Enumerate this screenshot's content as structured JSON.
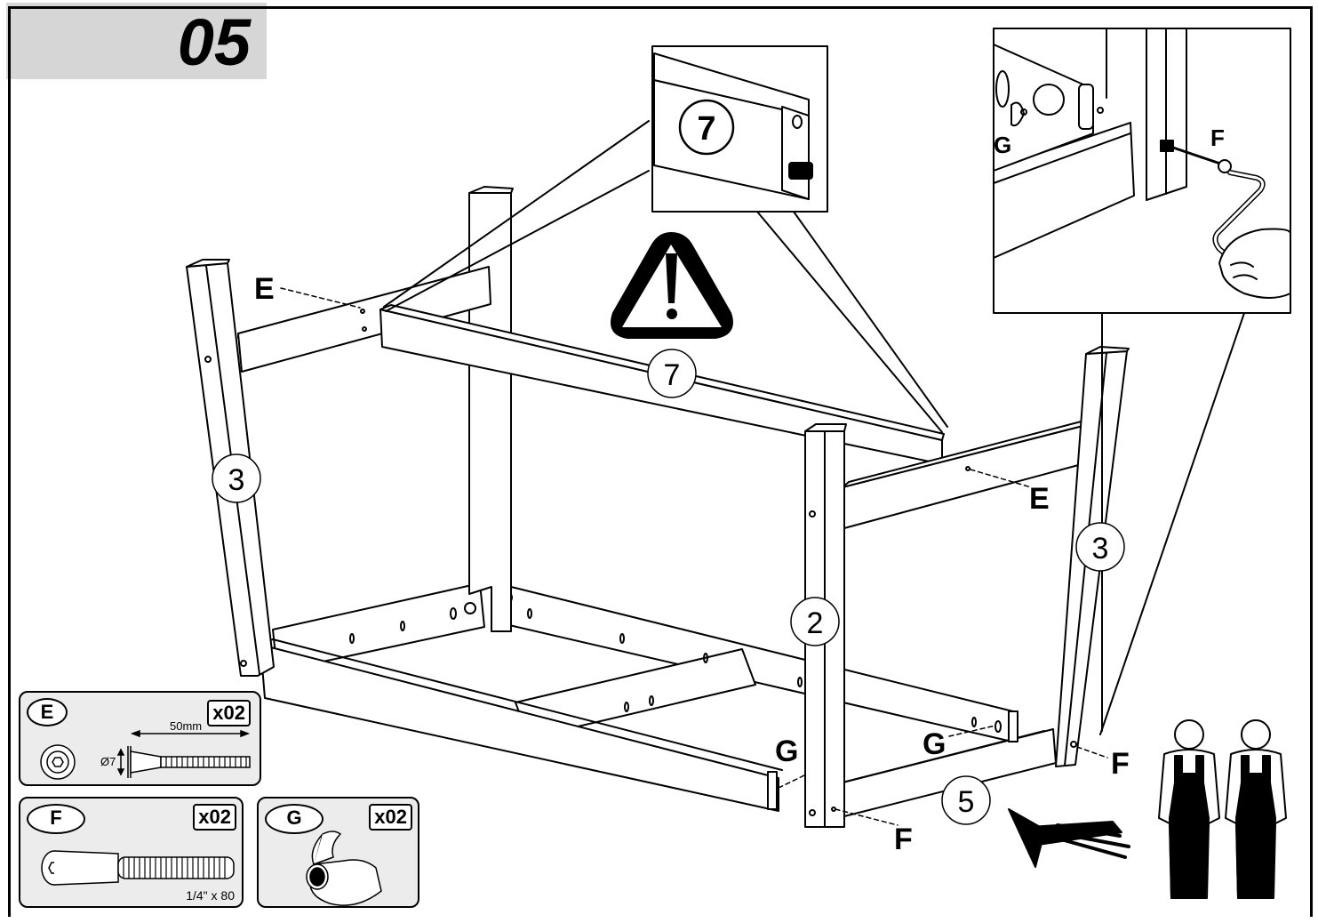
{
  "step": {
    "number": "05"
  },
  "parts": {
    "rail_top": "7",
    "leg_left": "3",
    "leg_right": "3",
    "leg_front": "2",
    "rail_bottom_front": "5",
    "zoom_part": "7"
  },
  "hardware_callouts": {
    "e_left": "E",
    "e_right": "E",
    "g_left": "G",
    "g_right": "G",
    "f_front": "F",
    "f_right": "F",
    "detail_g": "G",
    "detail_f": "F"
  },
  "hardware": [
    {
      "id": "E",
      "label": "E",
      "qty": "x02",
      "length": "50mm",
      "diameter": "Ø7"
    },
    {
      "id": "F",
      "label": "F",
      "qty": "x02",
      "size": "1/4\" x 80"
    },
    {
      "id": "G",
      "label": "G",
      "qty": "x02"
    }
  ],
  "icons": [
    "warning-icon",
    "arrow-icon",
    "two-people-icon",
    "allen-key-icon"
  ],
  "colors": {
    "tab_bg": "#d6d6d6",
    "line": "#000000",
    "paper": "#ffffff",
    "hardware_bg": "#ececec"
  }
}
